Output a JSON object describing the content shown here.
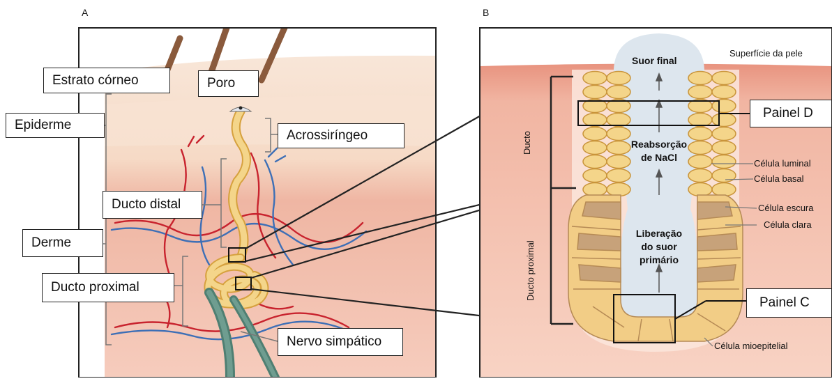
{
  "panel_a": {
    "letter": "A",
    "labels": {
      "estrato": "Estrato córneo",
      "poro": "Poro",
      "epiderme": "Epiderme",
      "acrossiringeo": "Acrossiríngeo",
      "ducto_distal": "Ducto distal",
      "derme": "Derme",
      "ducto_proximal": "Ducto proximal",
      "nervo": "Nervo simpático"
    }
  },
  "panel_b": {
    "letter": "B",
    "labels": {
      "suor_final": "Suor final",
      "superficie": "Superfície da pele",
      "painel_d": "Painel D",
      "ducto": "Ducto",
      "reabsorcao_1": "Reabsorção",
      "reabsorcao_2": "de NaCl",
      "celula_luminal": "Célula luminal",
      "celula_basal": "Célula basal",
      "celula_escura": "Célula escura",
      "celula_clara": "Célula clara",
      "liberacao_1": "Liberação",
      "liberacao_2": "do suor",
      "liberacao_3": "primário",
      "ducto_proximal": "Ducto proximal",
      "painel_c": "Painel C",
      "celula_mioepitelial": "Célula mioepitelial"
    }
  },
  "colors": {
    "skin_light": "#f6dcc8",
    "skin_mid": "#efb8a5",
    "skin_dark": "#e79a88",
    "gland": "#f4d58a",
    "gland_edge": "#d6a13e",
    "lumen": "#dde6ee",
    "dark_cell": "#c7a27a",
    "artery": "#c8232e",
    "vein": "#3d6fb6",
    "nerve": "#4f7f72"
  }
}
